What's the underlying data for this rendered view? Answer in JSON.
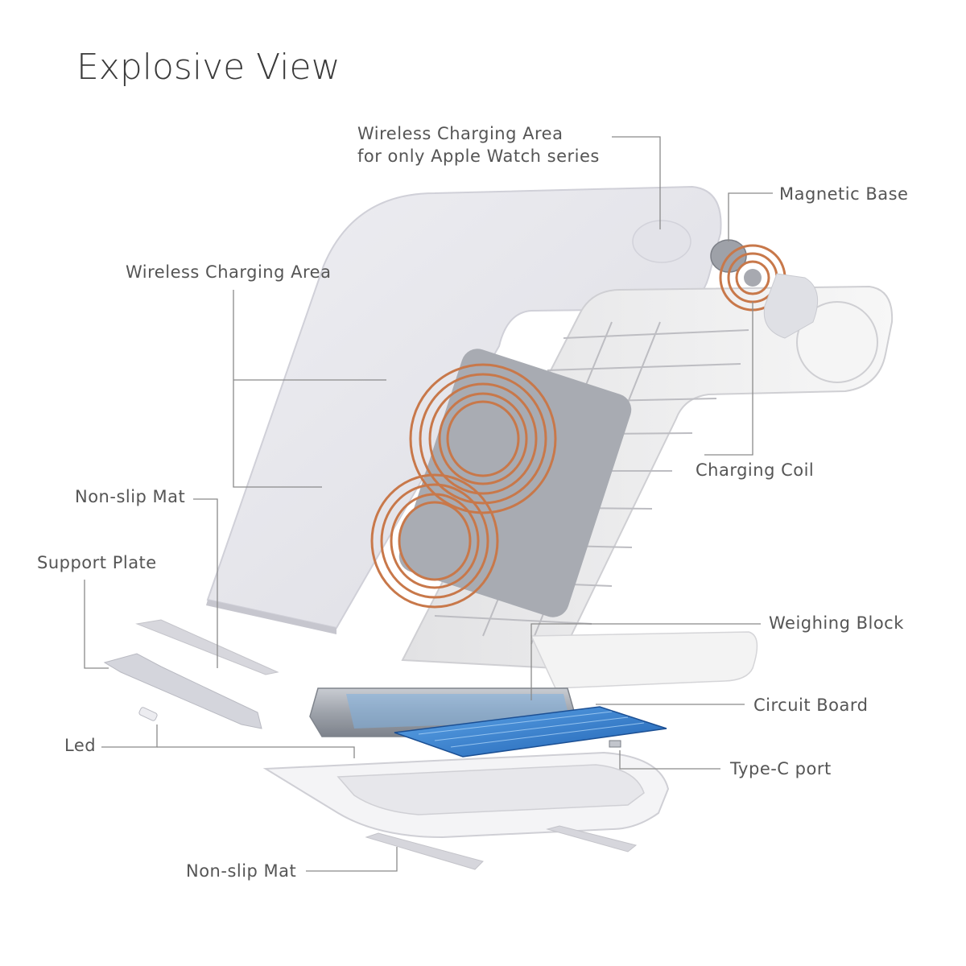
{
  "title": "Explosive View",
  "labels": {
    "watch_area_line1": "Wireless Charging Area",
    "watch_area_line2": "for only Apple Watch series",
    "magnetic_base": "Magnetic Base",
    "wireless_area": "Wireless Charging Area",
    "charging_coil": "Charging  Coil",
    "non_slip_mat_top": "Non-slip Mat",
    "support_plate": "Support Plate",
    "weighing_block": "Weighing Block",
    "circuit_board": "Circuit  Board",
    "led": "Led",
    "type_c_port": "Type-C port",
    "non_slip_mat_bottom": "Non-slip Mat"
  },
  "colors": {
    "shell": "#e9e9ee",
    "shell_shade": "#d2d3da",
    "frame": "#f3f3f3",
    "copper": "#c8784a",
    "board": "#2f7fd0",
    "steel": "#9aa0aa",
    "leader": "#8a8a8a"
  }
}
